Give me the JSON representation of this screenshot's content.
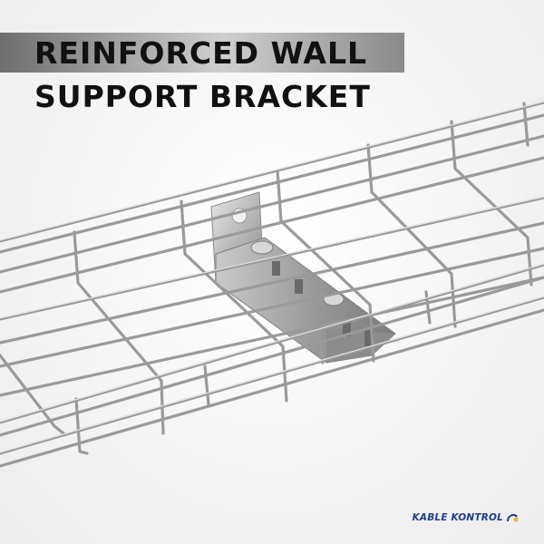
{
  "title": {
    "line1": "REINFORCED WALL",
    "line2": "SUPPORT BRACKET"
  },
  "brand": {
    "name": "KABLE KONTROL",
    "logo_icon": "plug-swoosh-icon",
    "color": "#1f3f8a"
  },
  "image": {
    "subject": "wire-mesh-cable-tray-icon",
    "accessory": "wall-support-bracket-icon"
  },
  "colors": {
    "band_dark": "#6e6e6e",
    "band_light": "#cfcfcf",
    "text": "#111111",
    "steel": "#a6a6a6"
  }
}
